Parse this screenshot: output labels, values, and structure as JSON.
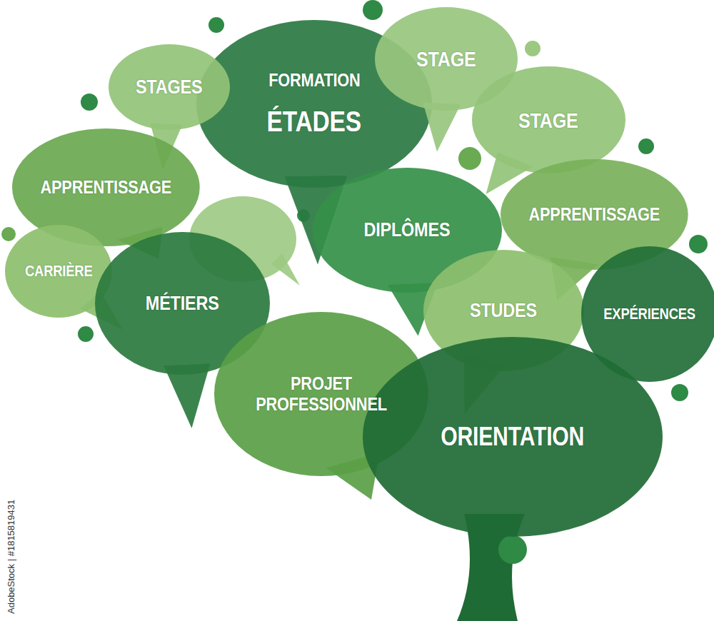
{
  "diagram": {
    "nodes": [
      {
        "text": [
          "FORMATION",
          "ÉTADES"
        ]
      },
      {
        "text": [
          "STAGES"
        ]
      },
      {
        "text": [
          "STAGE"
        ]
      },
      {
        "text": [
          "STAGE"
        ]
      },
      {
        "text": [
          "APPRENTISSAGE"
        ]
      },
      {
        "text": [
          "DIPLÔMES"
        ]
      },
      {
        "text": [
          "APPRENTISSAGE"
        ]
      },
      {
        "text": [
          "CARRIÈRE"
        ]
      },
      {
        "text": [
          "MÉTIERS"
        ]
      },
      {
        "text": [
          "STUDES"
        ]
      },
      {
        "text": [
          "EXPÉRIENCES"
        ]
      },
      {
        "text": [
          "PROJET PROFESSIONNEL"
        ]
      },
      {
        "text": [
          "ORIENTATION"
        ]
      }
    ],
    "labels": [
      "AdobeStock | #1815819431"
    ]
  }
}
